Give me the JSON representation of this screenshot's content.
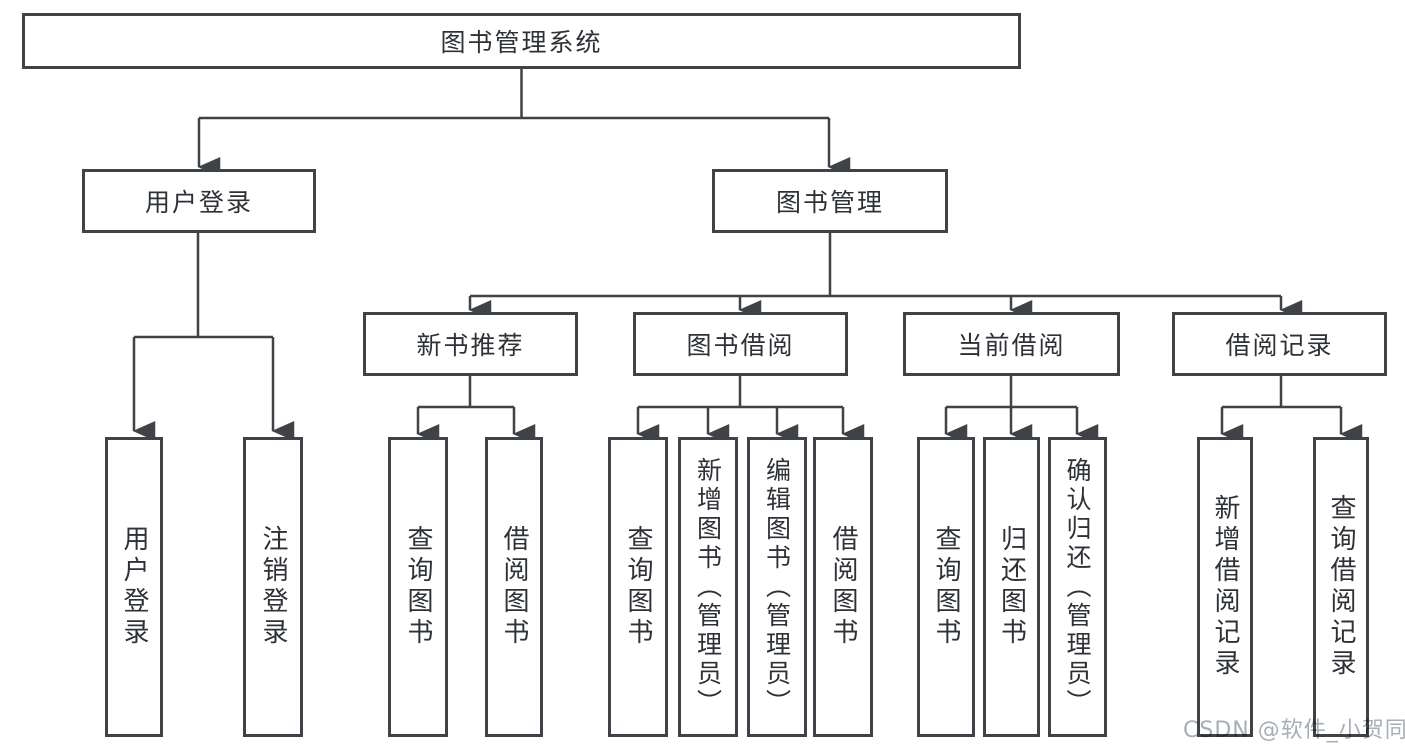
{
  "diagram": {
    "colors": {
      "line": "#3f4347",
      "box_border": "#3f4347",
      "box_fill": "#ffffff",
      "text": "#2e3236",
      "watermark": "#a9aeb4",
      "background": "#ffffff"
    },
    "nodes": {
      "root": {
        "label": "图书管理系统"
      },
      "user_login": {
        "label": "用户登录"
      },
      "book_management": {
        "label": "图书管理"
      },
      "new_book_recommend": {
        "label": "新书推荐"
      },
      "book_borrow": {
        "label": "图书借阅"
      },
      "current_borrow": {
        "label": "当前借阅"
      },
      "borrow_records": {
        "label": "借阅记录"
      },
      "leaf_user_login": {
        "label": "用户登录",
        "parent": "用户登录"
      },
      "leaf_logout": {
        "label": "注销登录",
        "parent": "用户登录"
      },
      "leaf_query_books_1": {
        "label": "查询图书",
        "parent": "新书推荐"
      },
      "leaf_borrow_books_1": {
        "label": "借阅图书",
        "parent": "新书推荐"
      },
      "leaf_query_books_2": {
        "label": "查询图书",
        "parent": "图书借阅"
      },
      "leaf_add_books": {
        "label": "新增图书（管理员）",
        "parent": "图书借阅"
      },
      "leaf_edit_books": {
        "label": "编辑图书（管理员）",
        "parent": "图书借阅"
      },
      "leaf_borrow_books_2": {
        "label": "借阅图书",
        "parent": "图书借阅"
      },
      "leaf_query_books_3": {
        "label": "查询图书",
        "parent": "当前借阅"
      },
      "leaf_return_books": {
        "label": "归还图书",
        "parent": "当前借阅"
      },
      "leaf_confirm_return": {
        "label": "确认归还（管理员）",
        "parent": "当前借阅"
      },
      "leaf_add_borrow_record": {
        "label": "新增借阅记录",
        "parent": "借阅记录"
      },
      "leaf_query_borrow_record": {
        "label": "查询借阅记录",
        "parent": "借阅记录"
      }
    },
    "watermark": {
      "text": "CSDN @软件_小贺同学"
    }
  }
}
